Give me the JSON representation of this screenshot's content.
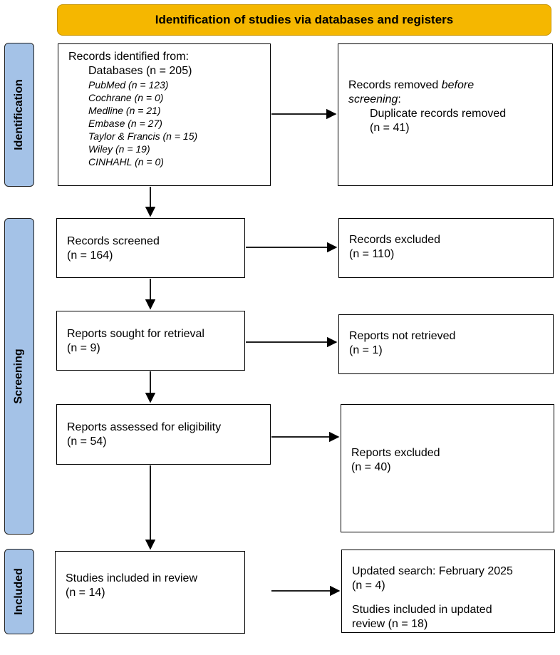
{
  "header": {
    "title": "Identification of studies via databases and registers"
  },
  "phases": {
    "identification": "Identification",
    "screening": "Screening",
    "included": "Included"
  },
  "identified": {
    "heading": "Records identified from:",
    "databases": "Databases (n = 205)",
    "sources": [
      "PubMed (n = 123)",
      "Cochrane (n = 0)",
      "Medline (n = 21)",
      "Embase (n = 27)",
      "Taylor & Francis (n = 15)",
      "Wiley (n = 19)",
      "CINHAHL (n = 0)"
    ]
  },
  "removed": {
    "line1_prefix": "Records removed ",
    "line1_italic": "before",
    "line2_italic": "screening",
    "line2_suffix": ":",
    "line3": "Duplicate records removed",
    "line4": "(n = 41)"
  },
  "screened": {
    "label": "Records screened",
    "n": "(n = 164)"
  },
  "excluded": {
    "label": "Records excluded",
    "n": "(n = 110)"
  },
  "sought": {
    "label": "Reports sought for retrieval",
    "n": "(n = 9)"
  },
  "not_retrieved": {
    "label": "Reports not retrieved",
    "n": "(n = 1)"
  },
  "assessed": {
    "label": "Reports assessed for eligibility",
    "n": "(n = 54)"
  },
  "reports_excluded": {
    "label": "Reports excluded",
    "n": "(n = 40)"
  },
  "included": {
    "label": "Studies included in review",
    "n": "(n = 14)"
  },
  "updated": {
    "label": "Updated search: February 2025",
    "n": "(n = 4)",
    "label2": "Studies included in updated",
    "label3": "review (n = 18)"
  },
  "colors": {
    "header_fill": "#f5b700",
    "phase_fill": "#a4c2e7",
    "box_border": "#000000"
  }
}
